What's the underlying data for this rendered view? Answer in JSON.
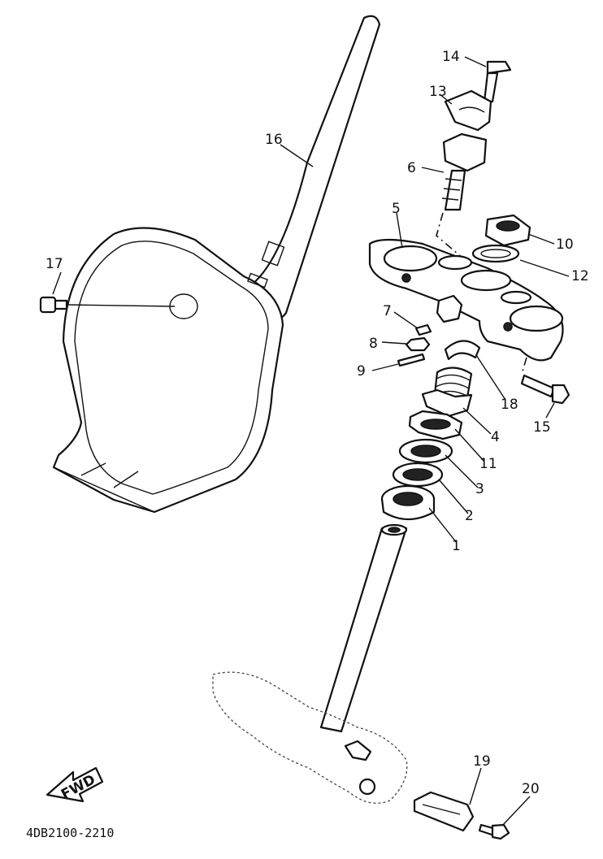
{
  "diagram": {
    "part_numbers": [
      "1",
      "2",
      "3",
      "4",
      "5",
      "6",
      "7",
      "8",
      "9",
      "10",
      "11",
      "12",
      "13",
      "14",
      "15",
      "16",
      "17",
      "18",
      "19",
      "20"
    ],
    "fwd_label": "FWD",
    "drawing_code": "4DB2100-2210"
  }
}
